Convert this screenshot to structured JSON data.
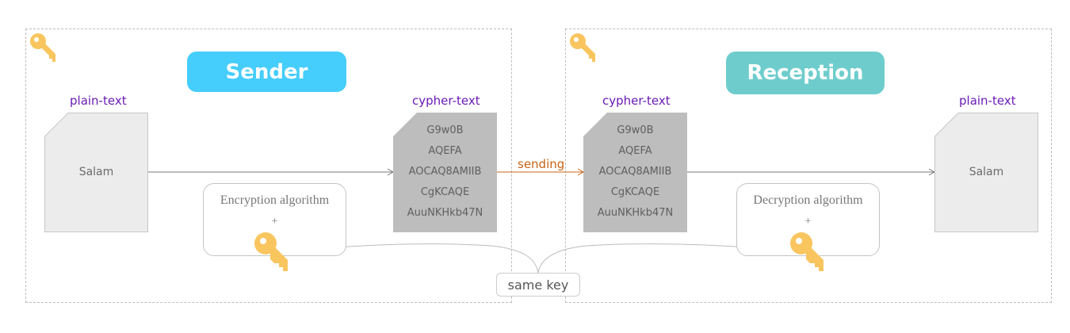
{
  "colors": {
    "sender_pill": "#45cdfc",
    "reception_pill": "#6ecdcc",
    "label_purple": "#6a1bb5",
    "sending_orange": "#c86414",
    "key_gold": "#f9c55f",
    "plain_doc": "#ececec",
    "cipher_doc": "#bdbdbd"
  },
  "sender": {
    "title": "Sender",
    "plain_label": "plain-text",
    "plain_value": "Salam",
    "cipher_label": "cypher-text",
    "cipher_lines": [
      "G9w0B",
      "AQEFA",
      "AOCAQ8AMIIB",
      "CgKCAQE",
      "AuuNKHkb47N"
    ],
    "algorithm_title": "Encryption algorithm",
    "algorithm_plus": "+"
  },
  "reception": {
    "title": "Reception",
    "plain_label": "plain-text",
    "plain_value": "Salam",
    "cipher_label": "cypher-text",
    "cipher_lines": [
      "G9w0B",
      "AQEFA",
      "AOCAQ8AMIIB",
      "CgKCAQE",
      "AuuNKHkb47N"
    ],
    "algorithm_title": "Decryption algorithm",
    "algorithm_plus": "+"
  },
  "connector": {
    "sending_label": "sending",
    "same_key_label": "same key"
  },
  "icons": {
    "panel_key": "key-icon",
    "algorithm_key": "key-icon"
  }
}
